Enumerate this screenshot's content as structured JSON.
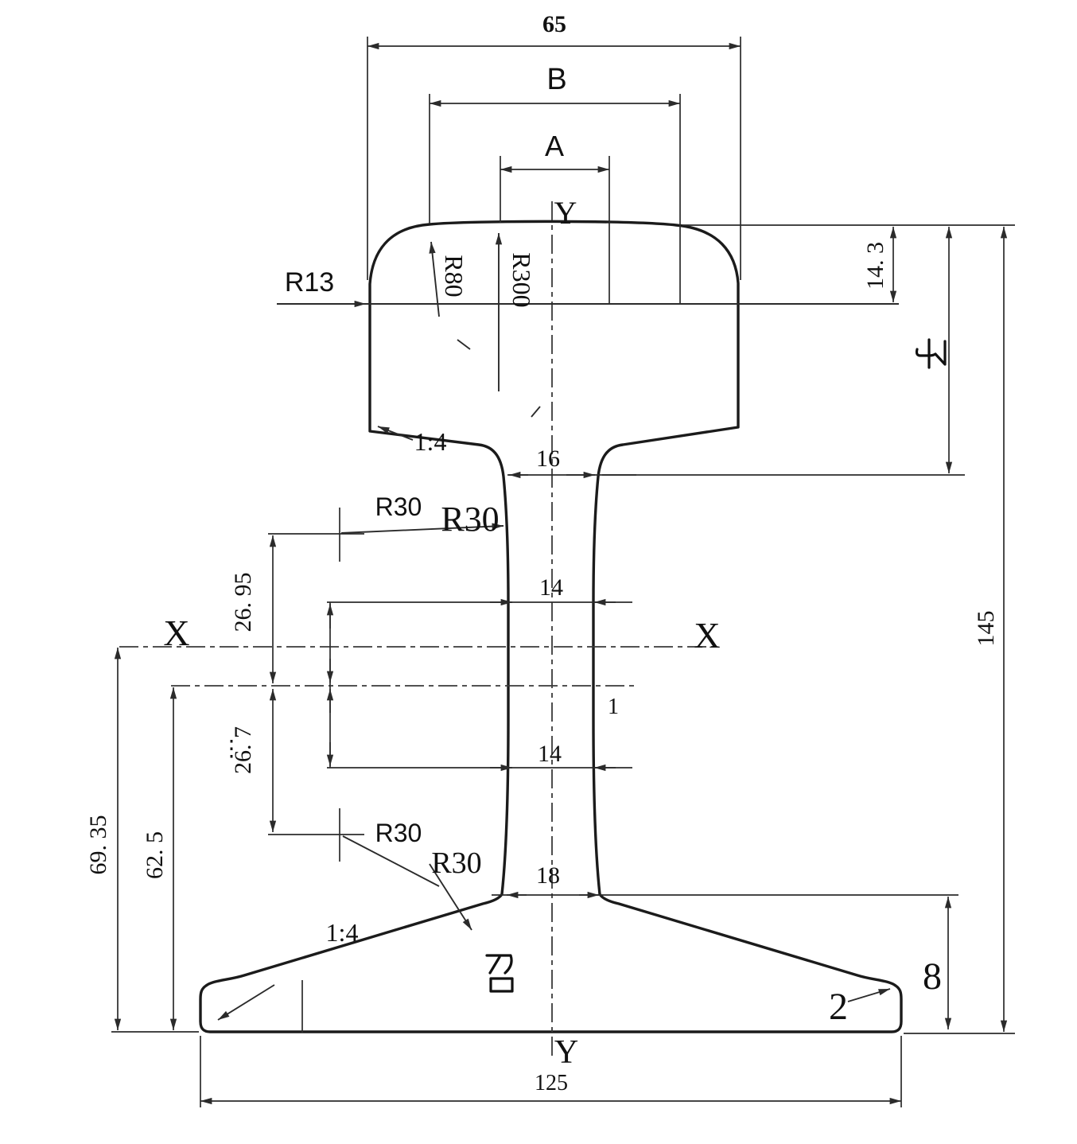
{
  "labels": {
    "head_width": "65",
    "dim_B": "B",
    "dim_A": "A",
    "y_axis_top": "Y",
    "r13": "R13",
    "r80": "R80",
    "r300": "R300",
    "head_crown_drop": "14. 3",
    "head_height_char": "子",
    "head_slope": "1:4",
    "web_top_width": "16",
    "r30_upper_small": "R30",
    "r30_upper_large": "R30",
    "upper_fillet_offset": "26. 95",
    "x_axis_left": "X",
    "x_axis_right": "X",
    "web_width_upper": "14",
    "web_taper_mark": "1",
    "artifact_dots": "⋮",
    "lower_fillet_offset": "26. 7",
    "web_width_lower": "14",
    "base_to_x_axis": "69. 35",
    "base_to_neutral_axis": "62. 5",
    "r30_lower_small": "R30",
    "r30_lower_large": "R30",
    "web_bottom_width": "18",
    "foot_slope": "1:4",
    "foot_note_char": "召",
    "foot_edge_height": "8",
    "foot_edge_note": "2",
    "total_height": "145",
    "base_width": "125",
    "y_axis_bottom": "Y"
  }
}
